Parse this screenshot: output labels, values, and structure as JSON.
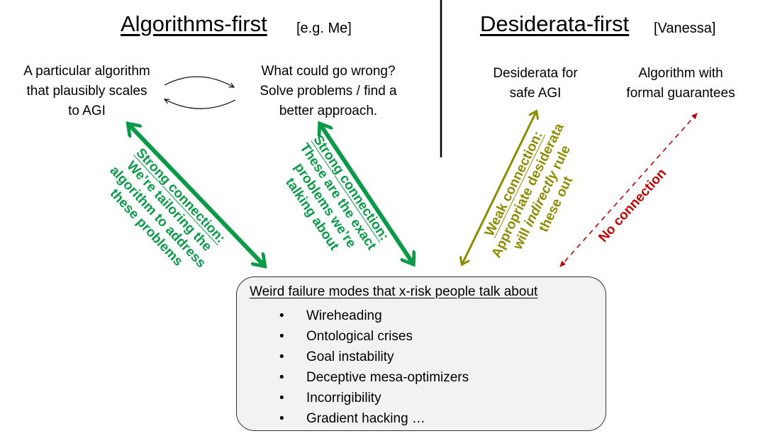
{
  "left": {
    "title": "Algorithms-first",
    "tag": "[e.g. Me]",
    "node1": [
      "A particular algorithm",
      "that plausibly scales",
      "to AGI"
    ],
    "node2": [
      "What could go wrong?",
      "Solve problems / find a",
      "better approach."
    ]
  },
  "right": {
    "title": "Desiderata-first",
    "tag": "[Vanessa]",
    "node1": [
      "Desiderata for",
      "safe AGI"
    ],
    "node2": [
      "Algorithm with",
      "formal guarantees"
    ]
  },
  "connections": {
    "c1": {
      "heading": "Strong connection:",
      "lines": [
        "We’re tailoring the",
        "algorithm to address",
        "these problems"
      ]
    },
    "c2": {
      "heading": "Strong connection:",
      "lines": [
        "These are the exact",
        "problems we’re",
        "talking about"
      ]
    },
    "c3": {
      "heading": "Weak connection:",
      "line1": "Appropriate desiderata",
      "line2_a": "will ",
      "line2_b": "indirectly",
      "line2_c": " rule",
      "line3": "these out"
    },
    "c4": {
      "heading": "No connection"
    }
  },
  "box": {
    "title": "Weird failure modes that x-risk people talk about",
    "items": [
      "Wireheading",
      "Ontological crises",
      "Goal instability",
      "Deceptive mesa-optimizers",
      "Incorrigibility",
      "Gradient hacking …"
    ]
  },
  "colors": {
    "strong": "#0a9a48",
    "weak": "#8c8c00",
    "none": "#c00000"
  }
}
